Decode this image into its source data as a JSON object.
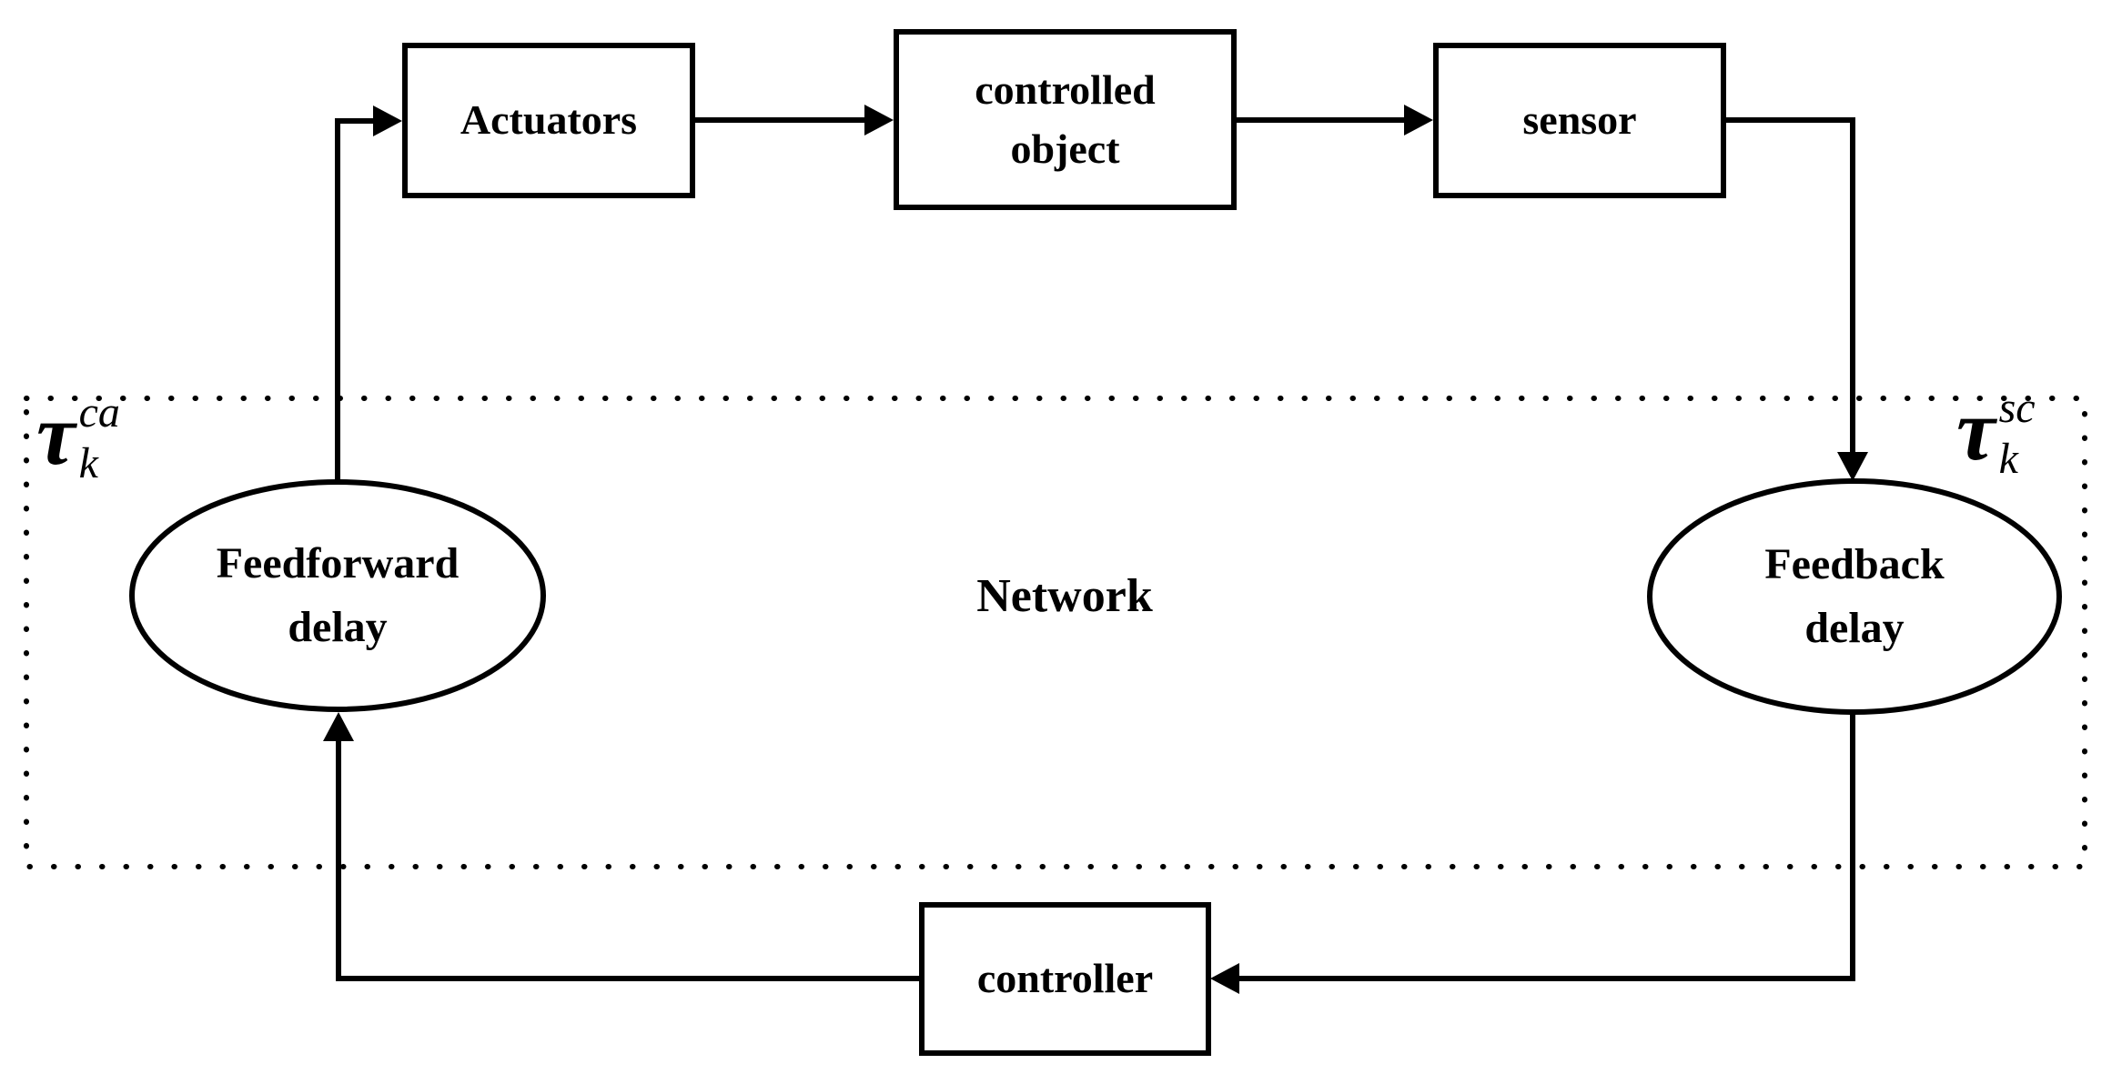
{
  "figure": {
    "background": "#ffffff",
    "stroke_color": "#000000",
    "nodes": {
      "actuators": "Actuators",
      "controlled_object": "controlled\nobject",
      "sensor": "sensor",
      "controller": "controller"
    },
    "network": {
      "label": "Network",
      "feedforward_delay": "Feedforward\ndelay",
      "feedback_delay": "Feedback\ndelay",
      "delay_ca": {
        "symbol": "τ",
        "sup": "ca",
        "sub": "k"
      },
      "delay_sc": {
        "symbol": "τ",
        "sup": "sc",
        "sub": "k"
      }
    }
  }
}
